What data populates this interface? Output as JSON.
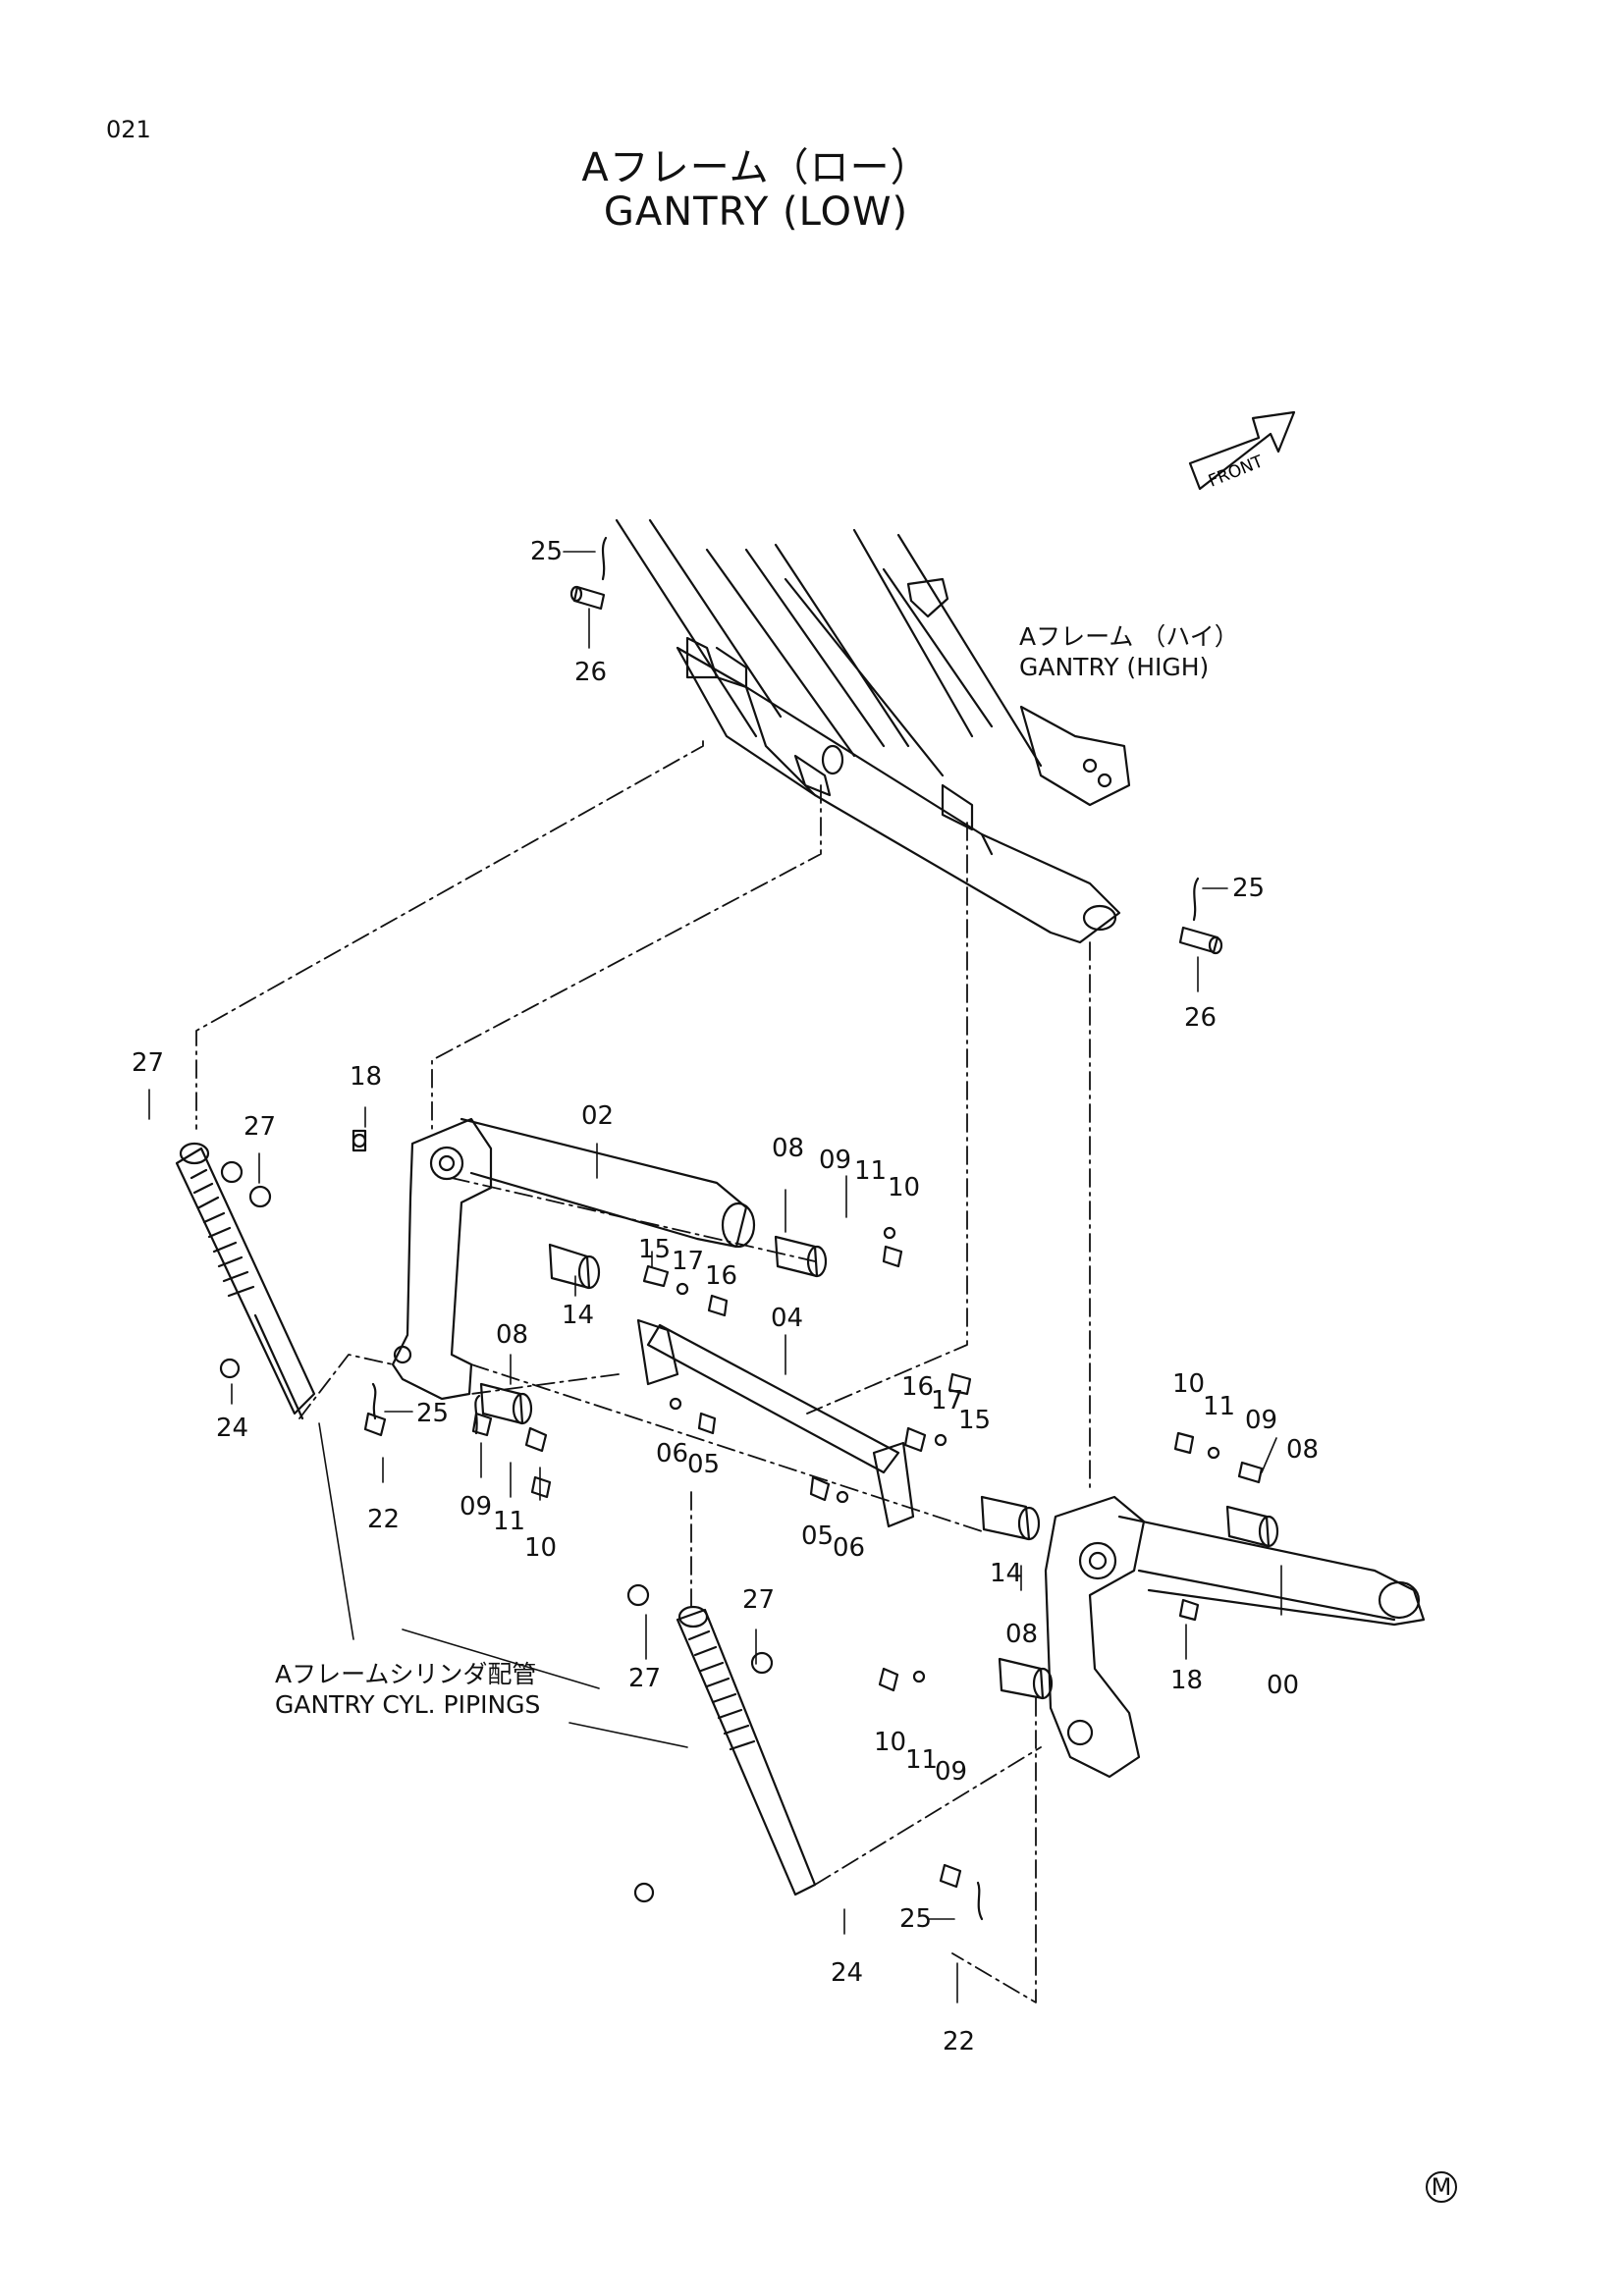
{
  "page_number": "021",
  "title_jp": "Aフレーム（ロー）",
  "title_en": "GANTRY (LOW)",
  "front_arrow_label": "FRONT",
  "high_gantry_note": {
    "jp": "Aフレーム （ハイ）",
    "en": "GANTRY (HIGH)"
  },
  "pipings_note": {
    "jp": "Aフレームシリンダ配管",
    "en": "GANTRY CYL. PIPINGS"
  },
  "corner_mark": "M",
  "callouts": [
    "25",
    "26",
    "25",
    "26",
    "27",
    "27",
    "18",
    "02",
    "08",
    "09",
    "11",
    "10",
    "15",
    "17",
    "16",
    "14",
    "08",
    "04",
    "24",
    "25",
    "22",
    "09",
    "11",
    "10",
    "06",
    "05",
    "16",
    "17",
    "15",
    "05",
    "06",
    "14",
    "10",
    "11",
    "09",
    "08",
    "18",
    "00",
    "27",
    "27",
    "08",
    "10",
    "11",
    "09",
    "24",
    "25",
    "22"
  ]
}
